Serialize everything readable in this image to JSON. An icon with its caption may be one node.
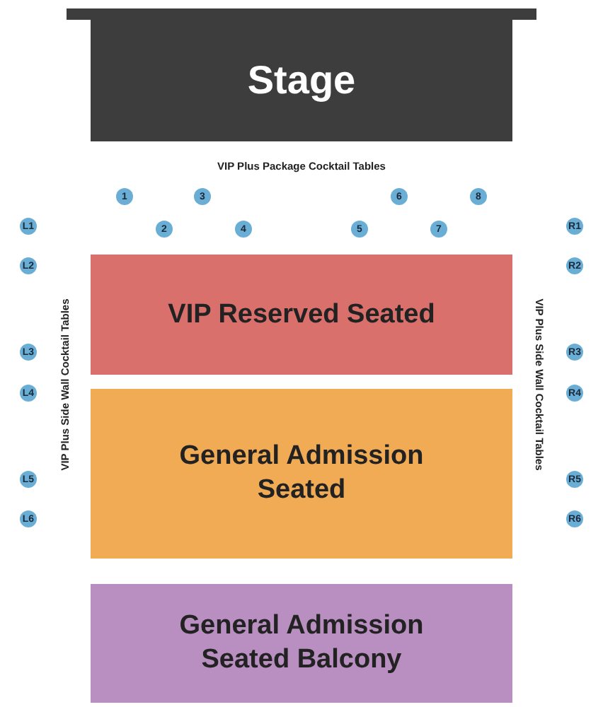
{
  "diagram": {
    "nodes": [
      {
        "text": [
          "Stage"
        ]
      },
      {
        "text": [
          "1"
        ]
      },
      {
        "text": [
          "3"
        ]
      },
      {
        "text": [
          "6"
        ]
      },
      {
        "text": [
          "8"
        ]
      },
      {
        "text": [
          "L1"
        ]
      },
      {
        "text": [
          "2"
        ]
      },
      {
        "text": [
          "4"
        ]
      },
      {
        "text": [
          "5"
        ]
      },
      {
        "text": [
          "7"
        ]
      },
      {
        "text": [
          "R1"
        ]
      },
      {
        "text": [
          "L2"
        ]
      },
      {
        "text": [
          "R2"
        ]
      },
      {
        "text": [
          "VIP Reserved Seated"
        ]
      },
      {
        "text": [
          "L3"
        ]
      },
      {
        "text": [
          "R3"
        ]
      },
      {
        "text": [
          "L4"
        ]
      },
      {
        "text": [
          "R4"
        ]
      },
      {
        "text": [
          "General Admission Seated"
        ]
      },
      {
        "text": [
          "L5"
        ]
      },
      {
        "text": [
          "R5"
        ]
      },
      {
        "text": [
          "L6"
        ]
      },
      {
        "text": [
          "R6"
        ]
      },
      {
        "text": [
          "General Admission Seated Balcony"
        ]
      }
    ],
    "labels": [
      "VIP Plus Package Cocktail Tables",
      "VIP Plus Side Wall Cocktail Tables",
      "VIP Plus Side Wall Cocktail Tables"
    ]
  }
}
